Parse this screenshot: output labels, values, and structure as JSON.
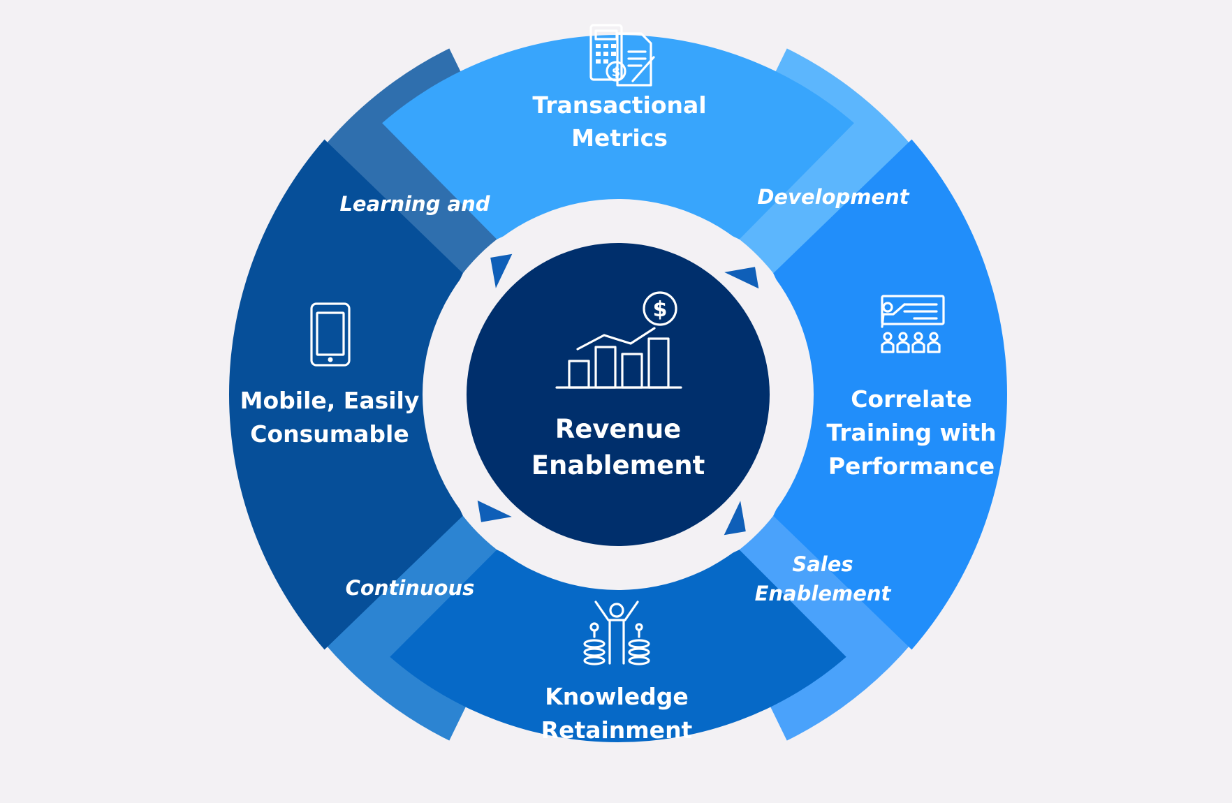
{
  "center": {
    "label_lines": [
      "Revenue",
      "Enablement"
    ],
    "icon": "revenue-growth-chart-icon",
    "color": "#002f6c"
  },
  "segments": [
    {
      "id": "transactional-metrics",
      "lines": [
        "Transactional",
        "Metrics"
      ],
      "icon": "calculator-document-icon",
      "color": "#38a5fc"
    },
    {
      "id": "development",
      "lines": [
        "Development"
      ],
      "italic": true,
      "color": "#5cb6fd"
    },
    {
      "id": "correlate-training",
      "lines": [
        "Correlate",
        "Training with",
        "Performance"
      ],
      "icon": "presentation-audience-icon",
      "color": "#218efa"
    },
    {
      "id": "sales-enablement",
      "lines": [
        "Sales",
        "Enablement"
      ],
      "italic": true,
      "color": "#4aa2fb"
    },
    {
      "id": "knowledge-retainment",
      "lines": [
        "Knowledge",
        "Retainment"
      ],
      "icon": "person-coins-icon",
      "color": "#0669c7"
    },
    {
      "id": "continuous",
      "lines": [
        "Continuous"
      ],
      "italic": true,
      "color": "#2c84d2"
    },
    {
      "id": "mobile-consumable",
      "lines": [
        "Mobile, Easily",
        "Consumable"
      ],
      "icon": "tablet-icon",
      "color": "#064f99"
    },
    {
      "id": "learning-and",
      "lines": [
        "Learning and"
      ],
      "italic": true,
      "color": "#2f6fae"
    }
  ],
  "colors": {
    "background": "#f3f1f4",
    "inner_ring": "#f3f1f4",
    "arrow": "#0f5fb8"
  }
}
